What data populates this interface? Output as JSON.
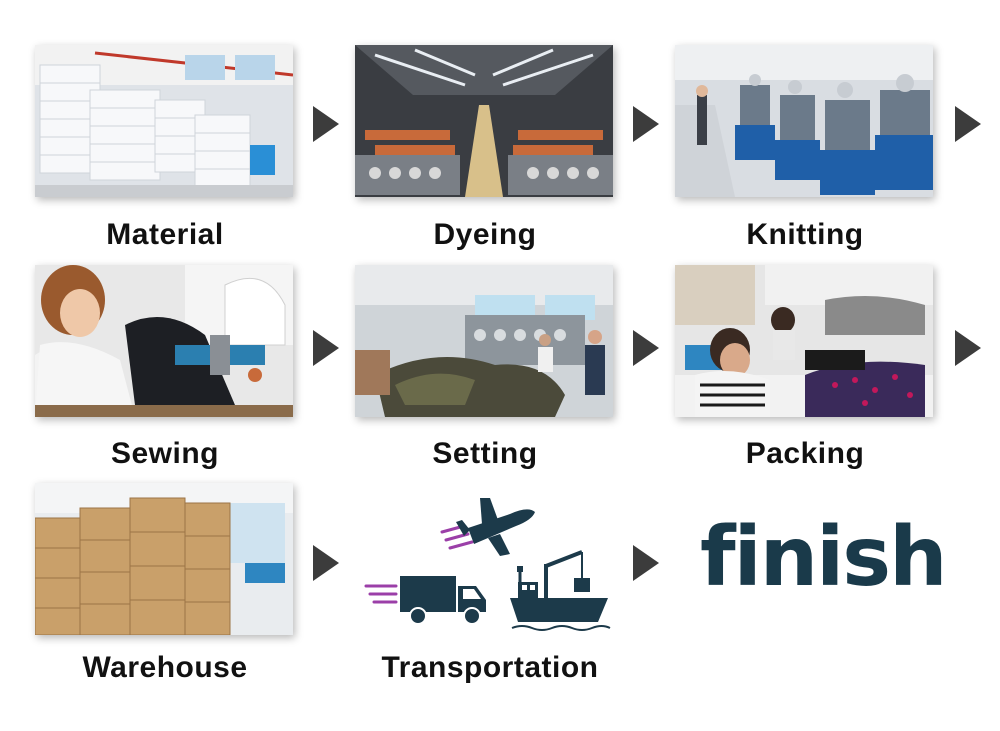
{
  "steps": [
    {
      "label": "Material"
    },
    {
      "label": "Dyeing"
    },
    {
      "label": "Knitting"
    },
    {
      "label": "Sewing"
    },
    {
      "label": "Setting"
    },
    {
      "label": "Packing"
    },
    {
      "label": "Warehouse"
    },
    {
      "label": "Transportation"
    }
  ],
  "final": {
    "text": "finish"
  },
  "colors": {
    "arrow": "#3c3c3c",
    "finish_text": "#1a3a4a",
    "transport_dark": "#1c3a4a",
    "transport_speed_lines": "#9b3fa8"
  }
}
